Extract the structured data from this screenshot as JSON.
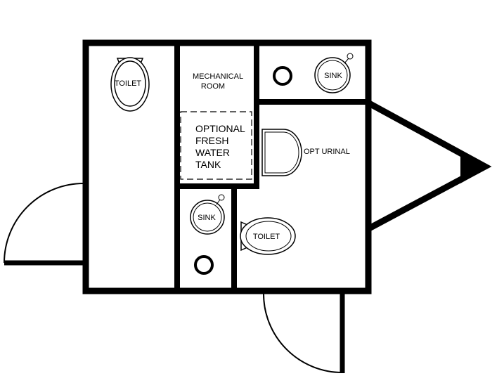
{
  "labels": {
    "toilet_left": "TOILET",
    "mechanical_line1": "MECHANICAL",
    "mechanical_line2": "ROOM",
    "tank_line1": "OPTIONAL",
    "tank_line2": "FRESH",
    "tank_line3": "WATER",
    "tank_line4": "TANK",
    "sink_top": "SINK",
    "opt_urinal": "OPT URINAL",
    "sink_middle": "SINK",
    "toilet_right": "TOILET"
  },
  "colors": {
    "wall": "#000000",
    "background": "#ffffff"
  }
}
